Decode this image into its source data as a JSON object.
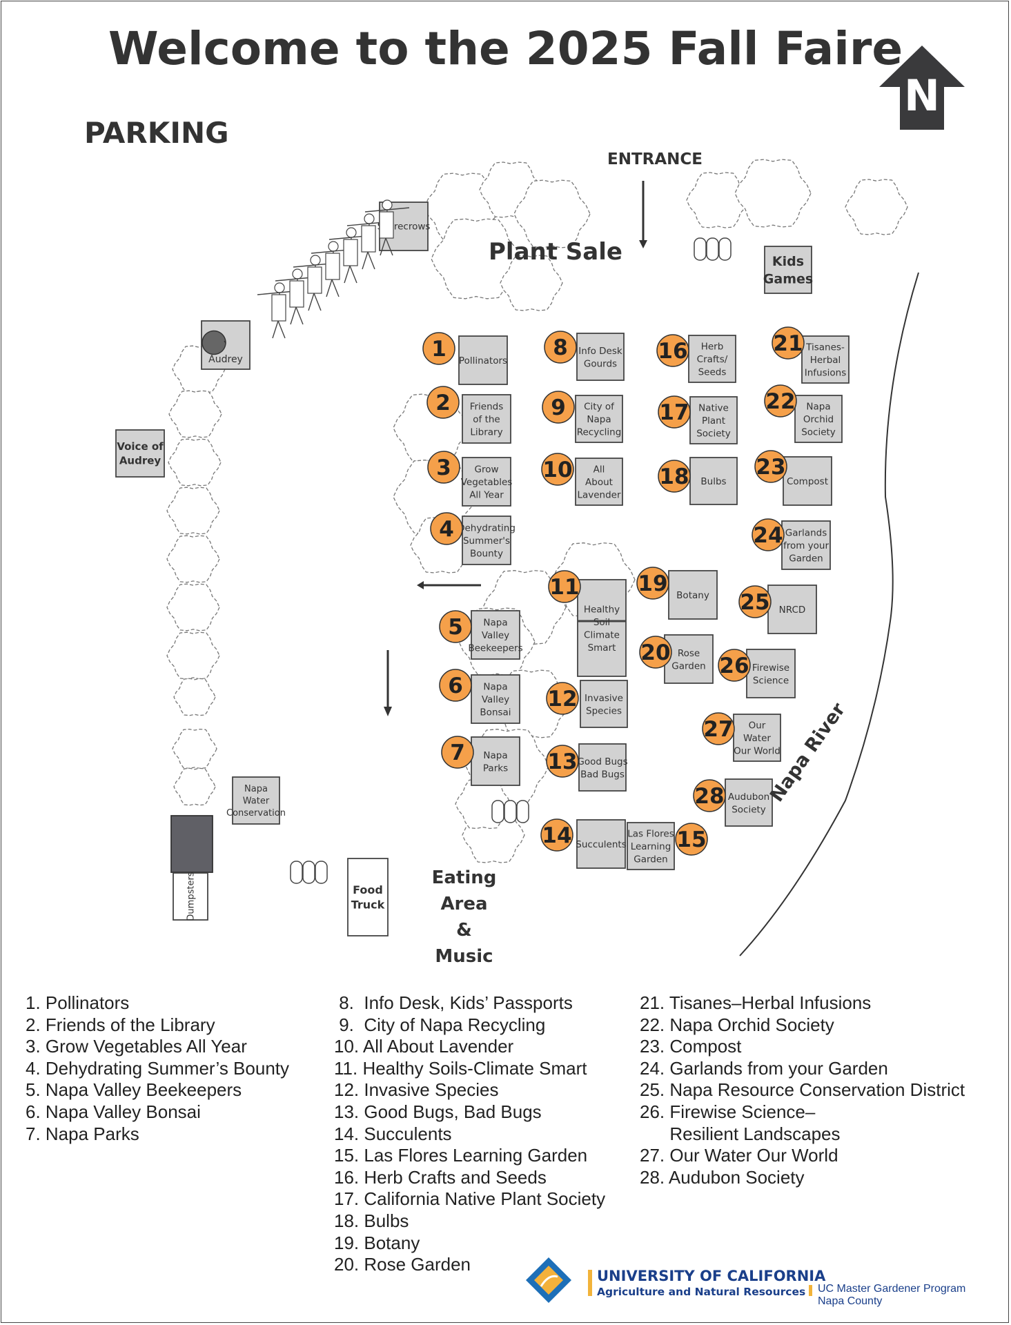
{
  "title": "Welcome to the 2025 Fall Faire",
  "compass": "N",
  "labels": {
    "parking": "PARKING",
    "entrance": "ENTRANCE",
    "plant_sale": "Plant Sale",
    "eating_area": [
      "Eating Area",
      "&",
      "Music"
    ],
    "river": "Napa River"
  },
  "areas": {
    "scarecrows": "Scarecrows",
    "audrey": "Audrey",
    "voice_of_audrey": [
      "Voice of",
      "Audrey"
    ],
    "kids_games": [
      "Kids",
      "Games"
    ],
    "napa_water": [
      "Napa",
      "Water",
      "Conservation"
    ],
    "dumpsters": "Dumpsters",
    "food_truck": [
      "Food",
      "Truck"
    ]
  },
  "booths": [
    {
      "n": "1",
      "lines": [
        "Pollinators"
      ]
    },
    {
      "n": "2",
      "lines": [
        "Friends",
        "of the",
        "Library"
      ]
    },
    {
      "n": "3",
      "lines": [
        "Grow",
        "Vegetables",
        "All Year"
      ]
    },
    {
      "n": "4",
      "lines": [
        "Dehydrating",
        "Summer's",
        "Bounty"
      ]
    },
    {
      "n": "5",
      "lines": [
        "Napa",
        "Valley",
        "Beekeepers"
      ]
    },
    {
      "n": "6",
      "lines": [
        "Napa",
        "Valley",
        "Bonsai"
      ]
    },
    {
      "n": "7",
      "lines": [
        "Napa",
        "Parks"
      ]
    },
    {
      "n": "8",
      "lines": [
        "Info Desk",
        "Gourds"
      ]
    },
    {
      "n": "9",
      "lines": [
        "City of",
        "Napa",
        "Recycling"
      ]
    },
    {
      "n": "10",
      "lines": [
        "All",
        "About",
        "Lavender"
      ]
    },
    {
      "n": "11",
      "lines": [
        "Healthy",
        "Soil",
        "Climate",
        "Smart"
      ]
    },
    {
      "n": "12",
      "lines": [
        "Invasive",
        "Species"
      ]
    },
    {
      "n": "13",
      "lines": [
        "Good Bugs",
        "Bad Bugs"
      ]
    },
    {
      "n": "14",
      "lines": [
        "Succulents"
      ]
    },
    {
      "n": "15",
      "lines": [
        "Las Flores",
        "Learning",
        "Garden"
      ]
    },
    {
      "n": "16",
      "lines": [
        "Herb",
        "Crafts/",
        "Seeds"
      ]
    },
    {
      "n": "17",
      "lines": [
        "Native",
        "Plant",
        "Society"
      ]
    },
    {
      "n": "18",
      "lines": [
        "Bulbs"
      ]
    },
    {
      "n": "19",
      "lines": [
        "Botany"
      ]
    },
    {
      "n": "20",
      "lines": [
        "Rose",
        "Garden"
      ]
    },
    {
      "n": "21",
      "lines": [
        "Tisanes-",
        "Herbal",
        "Infusions"
      ]
    },
    {
      "n": "22",
      "lines": [
        "Napa",
        "Orchid",
        "Society"
      ]
    },
    {
      "n": "23",
      "lines": [
        "Compost"
      ]
    },
    {
      "n": "24",
      "lines": [
        "Garlands",
        "from your",
        "Garden"
      ]
    },
    {
      "n": "25",
      "lines": [
        "NRCD"
      ]
    },
    {
      "n": "26",
      "lines": [
        "Firewise",
        "Science"
      ]
    },
    {
      "n": "27",
      "lines": [
        "Our",
        "Water",
        "Our World"
      ]
    },
    {
      "n": "28",
      "lines": [
        "Audubon",
        "Society"
      ]
    }
  ],
  "legend": {
    "col1": [
      "1. Pollinators",
      "2. Friends of the Library",
      "3. Grow Vegetables All Year",
      "4. Dehydrating Summer’s Bounty",
      "5. Napa Valley Beekeepers",
      "6. Napa Valley Bonsai",
      "7. Napa Parks"
    ],
    "col2": [
      " 8.  Info Desk, Kids’ Passports",
      " 9.  City of Napa Recycling",
      "10. All About Lavender",
      "11. Healthy Soils-Climate Smart",
      "12. Invasive Species",
      "13. Good Bugs, Bad Bugs",
      "14. Succulents",
      "15. Las Flores Learning Garden",
      "16. Herb Crafts and Seeds",
      "17. California Native Plant Society",
      "18. Bulbs",
      "19. Botany",
      "20. Rose Garden"
    ],
    "col3": [
      "21. Tisanes–Herbal Infusions",
      "22. Napa Orchid Society",
      "23. Compost",
      "24. Garlands from your Garden",
      "25. Napa Resource Conservation District",
      "26. Firewise Science–",
      "      Resilient Landscapes",
      "27. Our Water Our World",
      "28. Audubon Society"
    ]
  },
  "footer": {
    "uc_line1": "UNIVERSITY OF CALIFORNIA",
    "uc_line2": "Agriculture and Natural Resources",
    "mg_line1": "UC Master Gardener Program",
    "mg_line2": "Napa County"
  },
  "colors": {
    "booth_marker": "#f5a04a",
    "box": "#d2d2d2",
    "outline": "#444444",
    "uc_blue": "#1a3f8a",
    "uc_gold": "#f2b33a"
  }
}
